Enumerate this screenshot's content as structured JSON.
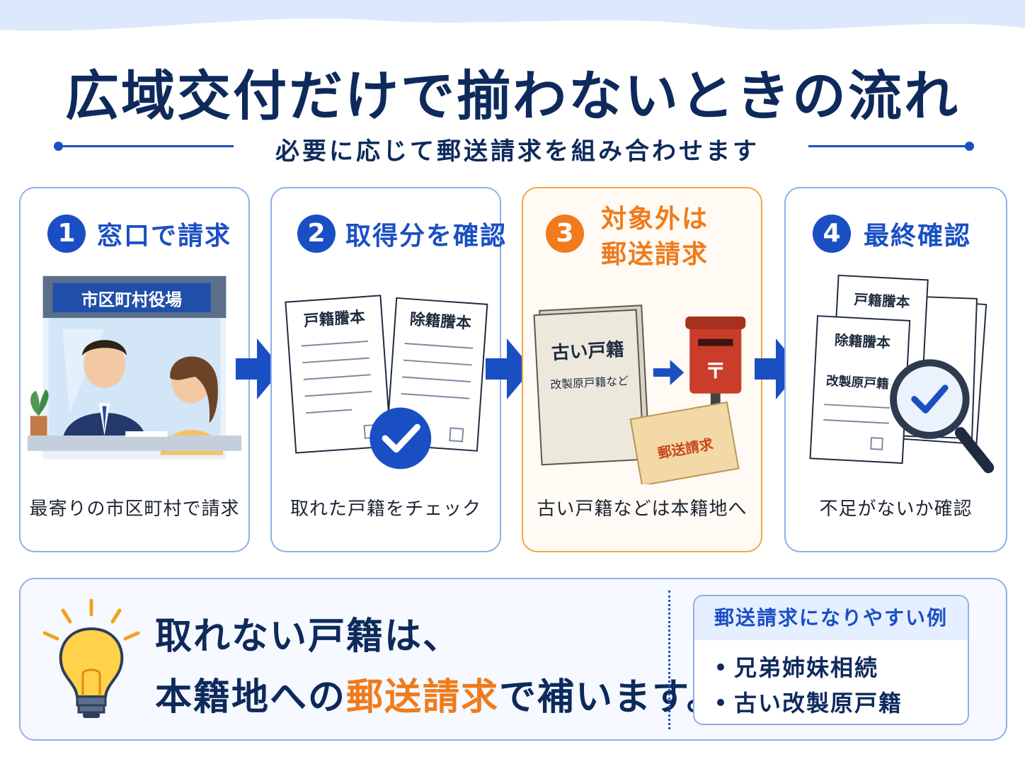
{
  "title": "広域交付だけで揃わないときの流れ",
  "subtitle": "必要に応じて郵送請求を組み合わせます",
  "steps": [
    {
      "num": "1",
      "title": "窓口で請求",
      "caption": "最寄りの市区町村で請求",
      "sign": "市区町村役場"
    },
    {
      "num": "2",
      "title": "取得分を確認",
      "caption": "取れた戸籍をチェック",
      "doc1": "戸籍謄本",
      "doc2": "除籍謄本"
    },
    {
      "num": "3",
      "title": "対象外は\n郵送請求",
      "caption": "古い戸籍などは本籍地へ",
      "book_title": "古い戸籍",
      "book_sub": "改製原戸籍など",
      "envelope": "郵送請求"
    },
    {
      "num": "4",
      "title": "最終確認",
      "caption": "不足がないか確認",
      "doc1": "戸籍謄本",
      "doc2": "除籍謄本",
      "doc3": "改製原戸籍"
    }
  ],
  "bottom": {
    "line1": "取れない戸籍は、",
    "line2_pre": "本籍地への",
    "line2_accent": "郵送請求",
    "line2_post": "で補います。",
    "examples_title": "郵送請求になりやすい例",
    "examples": [
      "兄弟姉妹相続",
      "古い改製原戸籍"
    ]
  },
  "colors": {
    "primary": "#1a4fc4",
    "accent": "#ef7b1c",
    "navy": "#0e2a5c"
  },
  "icons": [
    "arrow-right-icon",
    "check-icon",
    "magnifier-icon",
    "lightbulb-icon",
    "mailbox-icon",
    "envelope-icon"
  ]
}
